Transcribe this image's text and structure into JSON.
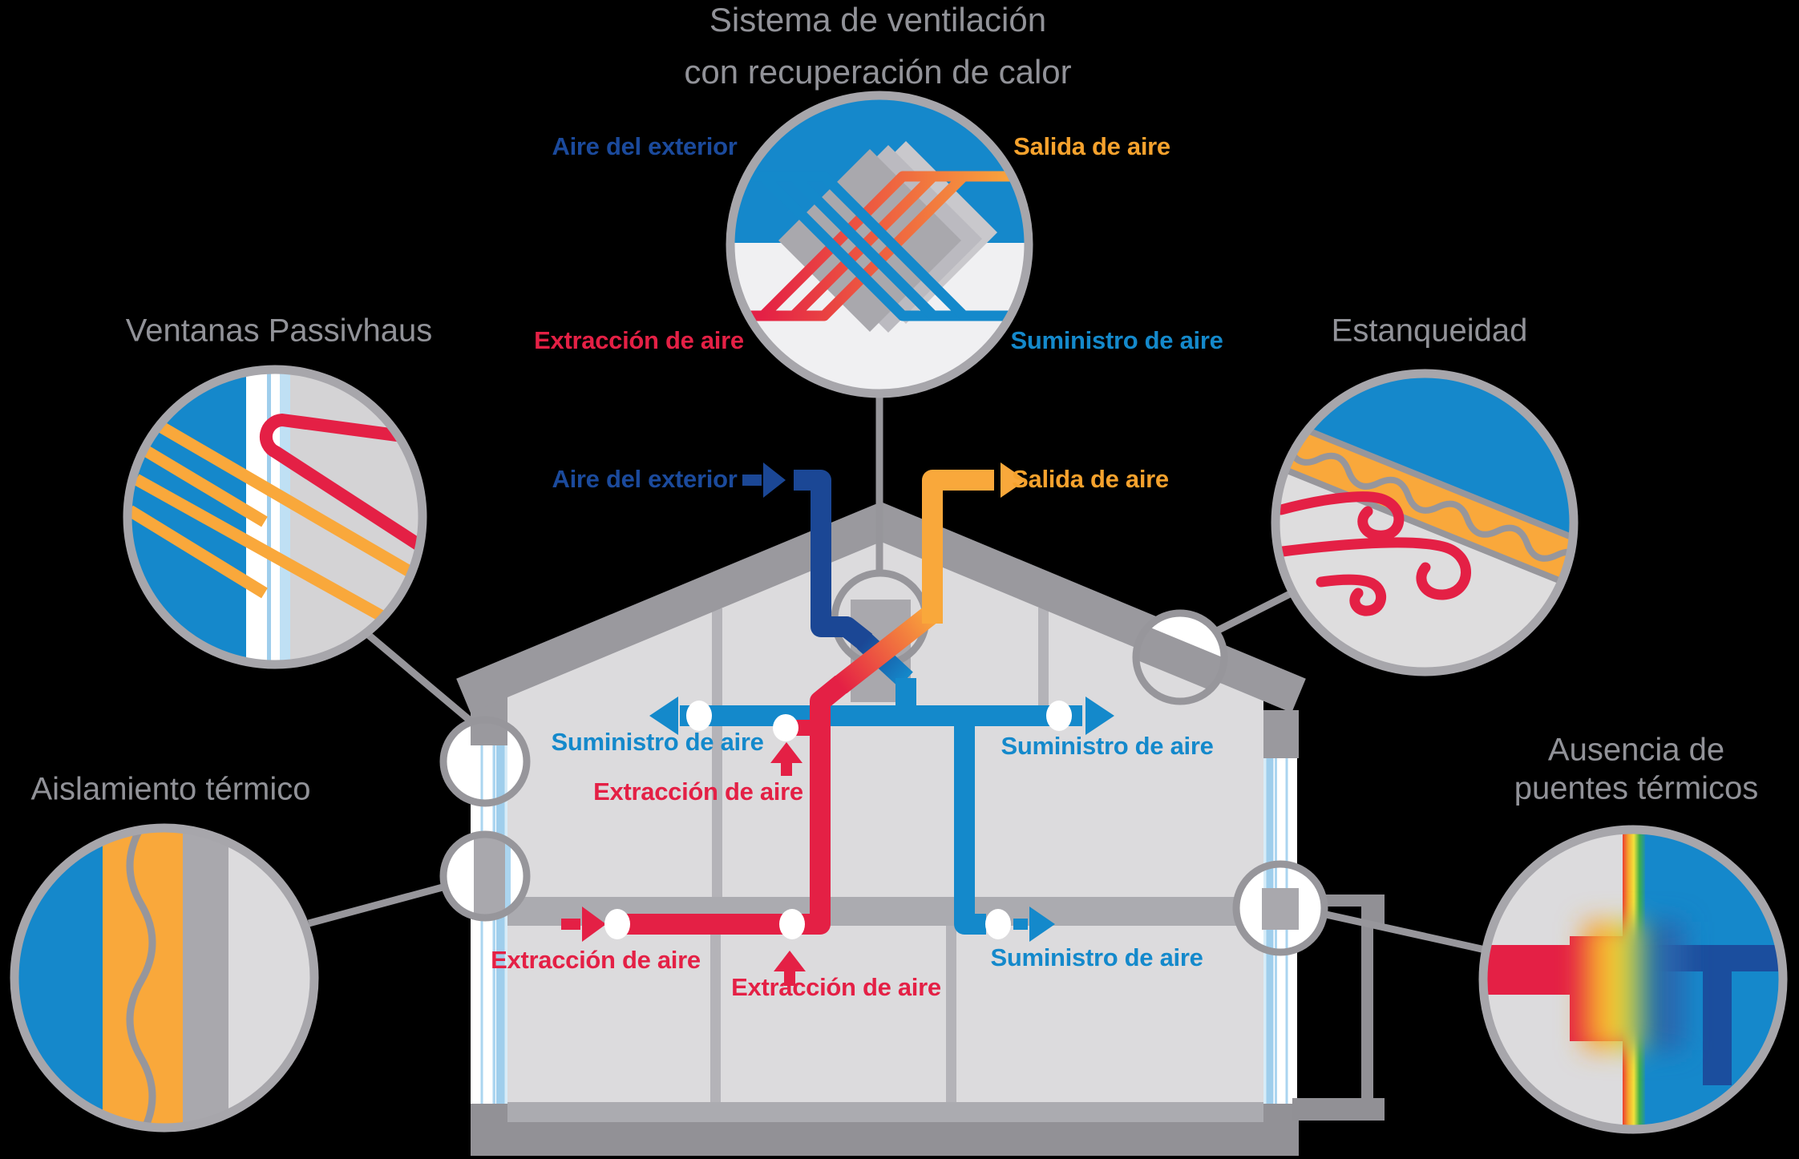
{
  "title": {
    "line1": "Sistema de ventilación",
    "line2": "con recuperación de calor"
  },
  "labels": {
    "aire_exterior": "Aire del exterior",
    "salida": "Salida de aire",
    "extraccion": "Extracción de aire",
    "suministro": "Suministro de aire"
  },
  "features": {
    "ventanas": "Ventanas Passivhaus",
    "estanqueidad": "Estanqueidad",
    "aislamiento": "Aislamiento térmico",
    "puentes_line1": "Ausencia de",
    "puentes_line2": "puentes térmicos"
  },
  "colors": {
    "supply_blue": "#1489CB",
    "exterior_dark_blue": "#1B4795",
    "extract_red": "#E42045",
    "exhaust_orange": "#F9A83B",
    "label_orange": "#F6A22D",
    "label_dark_blue": "#1B4A9C",
    "roof_gray": "#9A999E",
    "text_gray": "#919298",
    "interior_gray": "#DCDBDD",
    "ring_gray": "#A7A6AB",
    "slab_gray": "#ABABB0",
    "foundation_gray": "#929196",
    "window_stripe_blue": "#AAD4EF",
    "sky_blue": "#1588CB"
  }
}
